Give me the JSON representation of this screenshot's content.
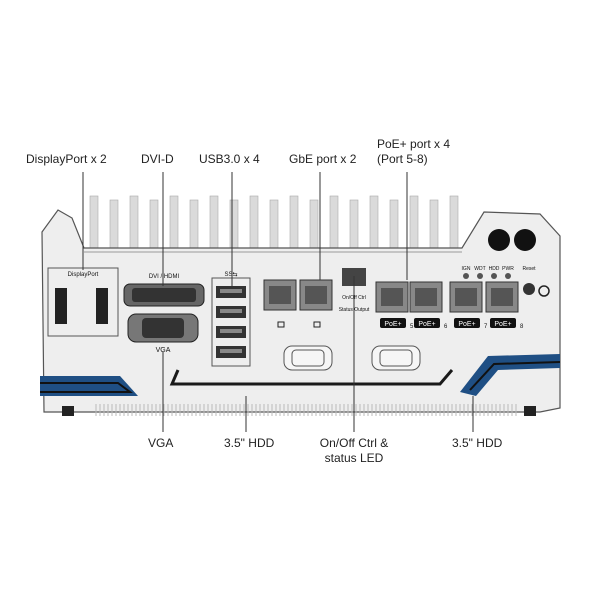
{
  "callouts_top": {
    "displayport": "DisplayPort x 2",
    "dvi": "DVI-D",
    "usb": "USB3.0 x 4",
    "gbe": "GbE port x 2",
    "poe_line1": "PoE+ port x 4",
    "poe_line2": "(Port 5-8)"
  },
  "callouts_bottom": {
    "vga": "VGA",
    "hdd_left": "3.5\" HDD",
    "onoff_line1": "On/Off Ctrl &",
    "onoff_line2": "status LED",
    "hdd_right": "3.5\" HDD"
  },
  "panel_labels": {
    "displayport": "DisplayPort",
    "dvi_hdmi": "DVI / HDMI",
    "usb_ss": "SS⇆",
    "vga": "VGA",
    "onoff_ctrl": "On/Off Ctrl",
    "status_output": "Status Output",
    "led_ign": "IGN",
    "led_wdt": "WDT",
    "led_hdd": "HDD",
    "led_pwr": "PWR",
    "reset": "Reset",
    "poe_badge": "PoE+",
    "poe_port_numbers": [
      "5",
      "6",
      "7",
      "8"
    ]
  },
  "colors": {
    "chassis": "#eeeeee",
    "chassis_edge": "#555555",
    "fins": "#dadada",
    "stripe_blue": "#1f4f84",
    "stripe_dark": "#1a1a1a",
    "callout_line": "#333333"
  }
}
